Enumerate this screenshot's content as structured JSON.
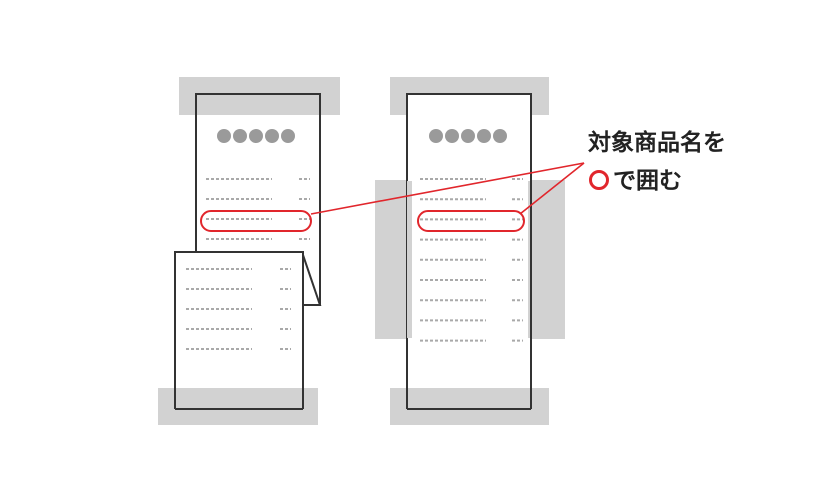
{
  "callout": {
    "line1": "対象商品名を",
    "line2": "で囲む"
  },
  "receipt": {
    "logo_mark": "●●●●●",
    "row_count_long": 9,
    "row_count_short": 5
  },
  "colors": {
    "highlight": "#e1262c",
    "tape": "#d2d2d2",
    "dots": "#9a9a9a",
    "dash": "#a9a9a9",
    "outline": "#333333"
  }
}
